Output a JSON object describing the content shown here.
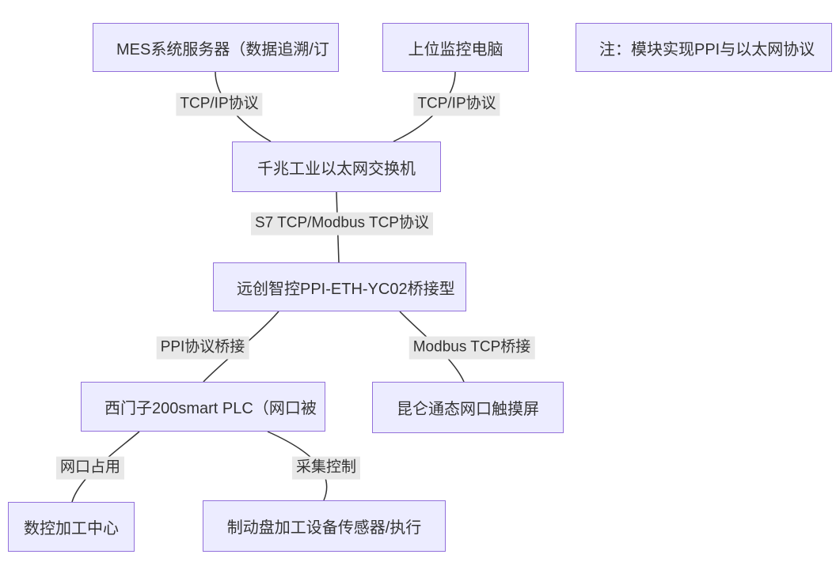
{
  "diagram": {
    "type": "flowchart",
    "colors": {
      "background": "#ffffff",
      "node_fill": "#ECECFF",
      "node_border": "#9370DB",
      "edge_line": "#333333",
      "edge_label_bg": "#e8e8e8",
      "text": "#333333"
    },
    "nodes": {
      "mes": {
        "label": "MES系统服务器（数据追溯/订",
        "clipped": true
      },
      "scada": {
        "label": "上位监控电脑",
        "clipped": false
      },
      "note": {
        "label": "注：模块实现PPI与以太网协议",
        "clipped": true
      },
      "switch": {
        "label": "千兆工业以太网交换机",
        "clipped": false
      },
      "bridge": {
        "label": "远创智控PPI-ETH-YC02桥接型",
        "clipped": true
      },
      "plc": {
        "label": "西门子200smart PLC（网口被",
        "clipped": true
      },
      "hmi": {
        "label": "昆仑通态网口触摸屏",
        "clipped": false
      },
      "cnc": {
        "label": "数控加工中心",
        "clipped": false
      },
      "brake": {
        "label": "制动盘加工设备传感器/执行",
        "clipped": false
      }
    },
    "edges": [
      {
        "from": "mes",
        "to": "switch",
        "label": "TCP/IP协议"
      },
      {
        "from": "scada",
        "to": "switch",
        "label": "TCP/IP协议"
      },
      {
        "from": "switch",
        "to": "bridge",
        "label": "S7 TCP/Modbus TCP协议"
      },
      {
        "from": "bridge",
        "to": "plc",
        "label": "PPI协议桥接"
      },
      {
        "from": "bridge",
        "to": "hmi",
        "label": "Modbus TCP桥接"
      },
      {
        "from": "plc",
        "to": "cnc",
        "label": "网口占用"
      },
      {
        "from": "plc",
        "to": "brake",
        "label": "采集控制"
      }
    ]
  }
}
